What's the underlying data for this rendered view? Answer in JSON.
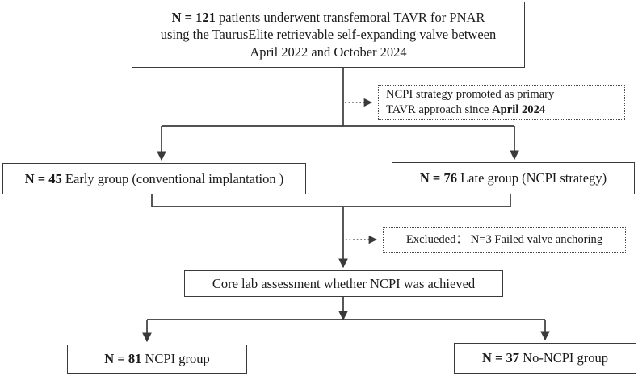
{
  "figure": {
    "type": "flowchart",
    "title": "Patient enrollment and grouping flow diagram",
    "orientation": "top-down"
  },
  "nodes": {
    "enrollment": {
      "name": "enrollment-box",
      "shape": "solid-rectangle",
      "count_label": "N = 121",
      "bold_prefix": "N = 121",
      "text": "  patients underwent transfemoral TAVR for  PNAR\nusing the TaurusElite retrievable self-expanding valve between\nApril 2022 and October 2024",
      "full_text": "N = 121 patients underwent transfemoral TAVR for PNAR using the TaurusElite retrievable self-expanding valve between April 2022 and October 2024"
    },
    "promotion_note": {
      "name": "ncpi-promotion-note",
      "shape": "dotted-rectangle",
      "text_start": "NCPI strategy promoted as primary\nTAVR approach since ",
      "bold_date": "April 2024",
      "full_text": "NCPI strategy promoted as primary TAVR approach since April 2024"
    },
    "early_group": {
      "name": "early-group-box",
      "shape": "solid-rectangle",
      "bold_prefix": "N = 45",
      "text": "  Early group (conventional implantation )",
      "full_text": "N = 45 Early group (conventional implantation )"
    },
    "late_group": {
      "name": "late-group-box",
      "shape": "solid-rectangle",
      "bold_prefix": "N = 76",
      "text": "  Late group (NCPI strategy)",
      "full_text": "N = 76 Late group (NCPI strategy)"
    },
    "excluded": {
      "name": "excluded-note",
      "shape": "dotted-rectangle",
      "text": "Exclueded：  N=3 Failed valve anchoring",
      "full_text": "Exclueded： N=3 Failed valve anchoring"
    },
    "core_lab": {
      "name": "core-lab-assessment-box",
      "shape": "solid-rectangle",
      "text": "Core lab assessment whether NCPI was achieved"
    },
    "ncpi_group": {
      "name": "ncpi-group-box",
      "shape": "solid-rectangle",
      "bold_prefix": "N = 81",
      "text": "  NCPI group",
      "full_text": "N = 81 NCPI group"
    },
    "no_ncpi_group": {
      "name": "no-ncpi-group-box",
      "shape": "solid-rectangle",
      "bold_prefix": "N = 37",
      "text": " No-NCPI group",
      "full_text": "N = 37 No-NCPI group"
    }
  },
  "connectors": [
    {
      "from": "enrollment",
      "to": "early-group",
      "style": "solid",
      "arrow": true
    },
    {
      "from": "enrollment",
      "to": "late-group",
      "style": "solid",
      "arrow": true
    },
    {
      "from": "enrollment-stem",
      "to": "promotion-note",
      "style": "dotted",
      "arrow": true
    },
    {
      "from": "early-group+late-group",
      "to": "core-lab",
      "style": "solid",
      "arrow": true
    },
    {
      "from": "merge-stem",
      "to": "excluded-note",
      "style": "dotted",
      "arrow": true
    },
    {
      "from": "core-lab",
      "to": "ncpi-group",
      "style": "solid",
      "arrow": true
    },
    {
      "from": "core-lab",
      "to": "no-ncpi-group",
      "style": "solid",
      "arrow": true
    }
  ],
  "colors": {
    "line": "#3a3a3a",
    "dotted_line": "#5a5a5a",
    "text": "#1a1a1a",
    "background": "#ffffff"
  }
}
